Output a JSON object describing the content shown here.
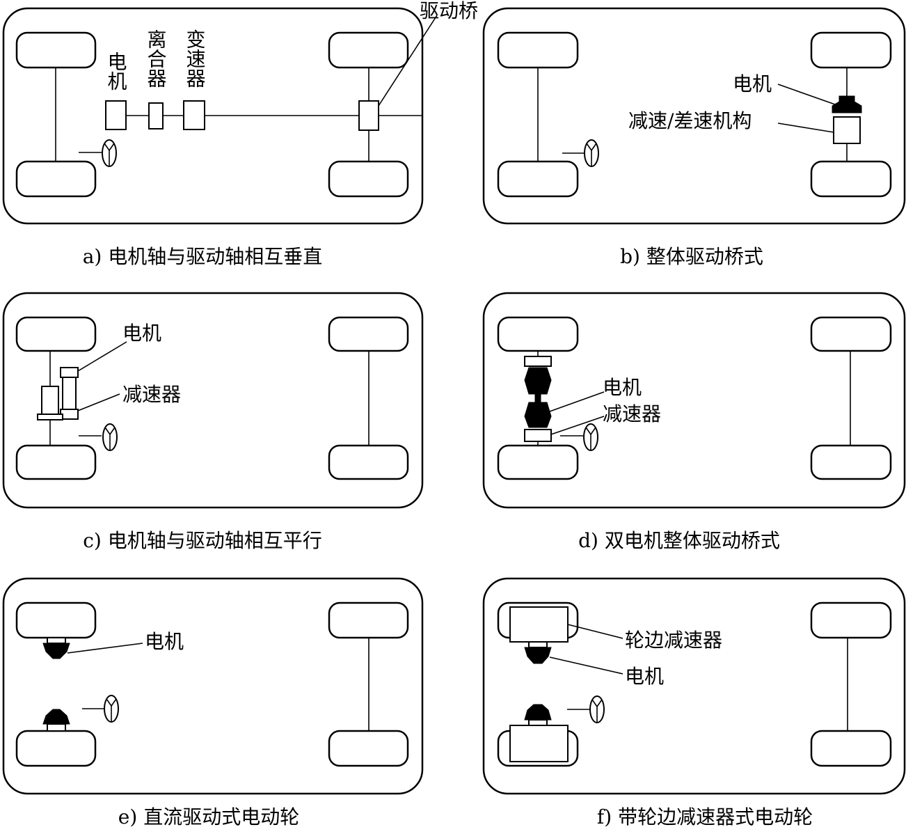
{
  "panels": {
    "a": {
      "caption": "a) 电机轴与驱动轴相互垂直",
      "motor_label": "电机",
      "clutch_label": "离合器",
      "gearbox_label": "变速器",
      "axle_label": "驱动桥"
    },
    "b": {
      "caption": "b) 整体驱动桥式",
      "motor_label": "电机",
      "reducer_label": "减速/差速机构"
    },
    "c": {
      "caption": "c) 电机轴与驱动轴相互平行",
      "motor_label": "电机",
      "reducer_label": "减速器"
    },
    "d": {
      "caption": "d) 双电机整体驱动桥式",
      "motor_label": "电机",
      "reducer_label": "减速器"
    },
    "e": {
      "caption": "e) 直流驱动式电动轮",
      "motor_label": "电机"
    },
    "f": {
      "caption": "f) 带轮边减速器式电动轮",
      "hub_reducer_label": "轮边减速器",
      "motor_label": "电机"
    }
  }
}
